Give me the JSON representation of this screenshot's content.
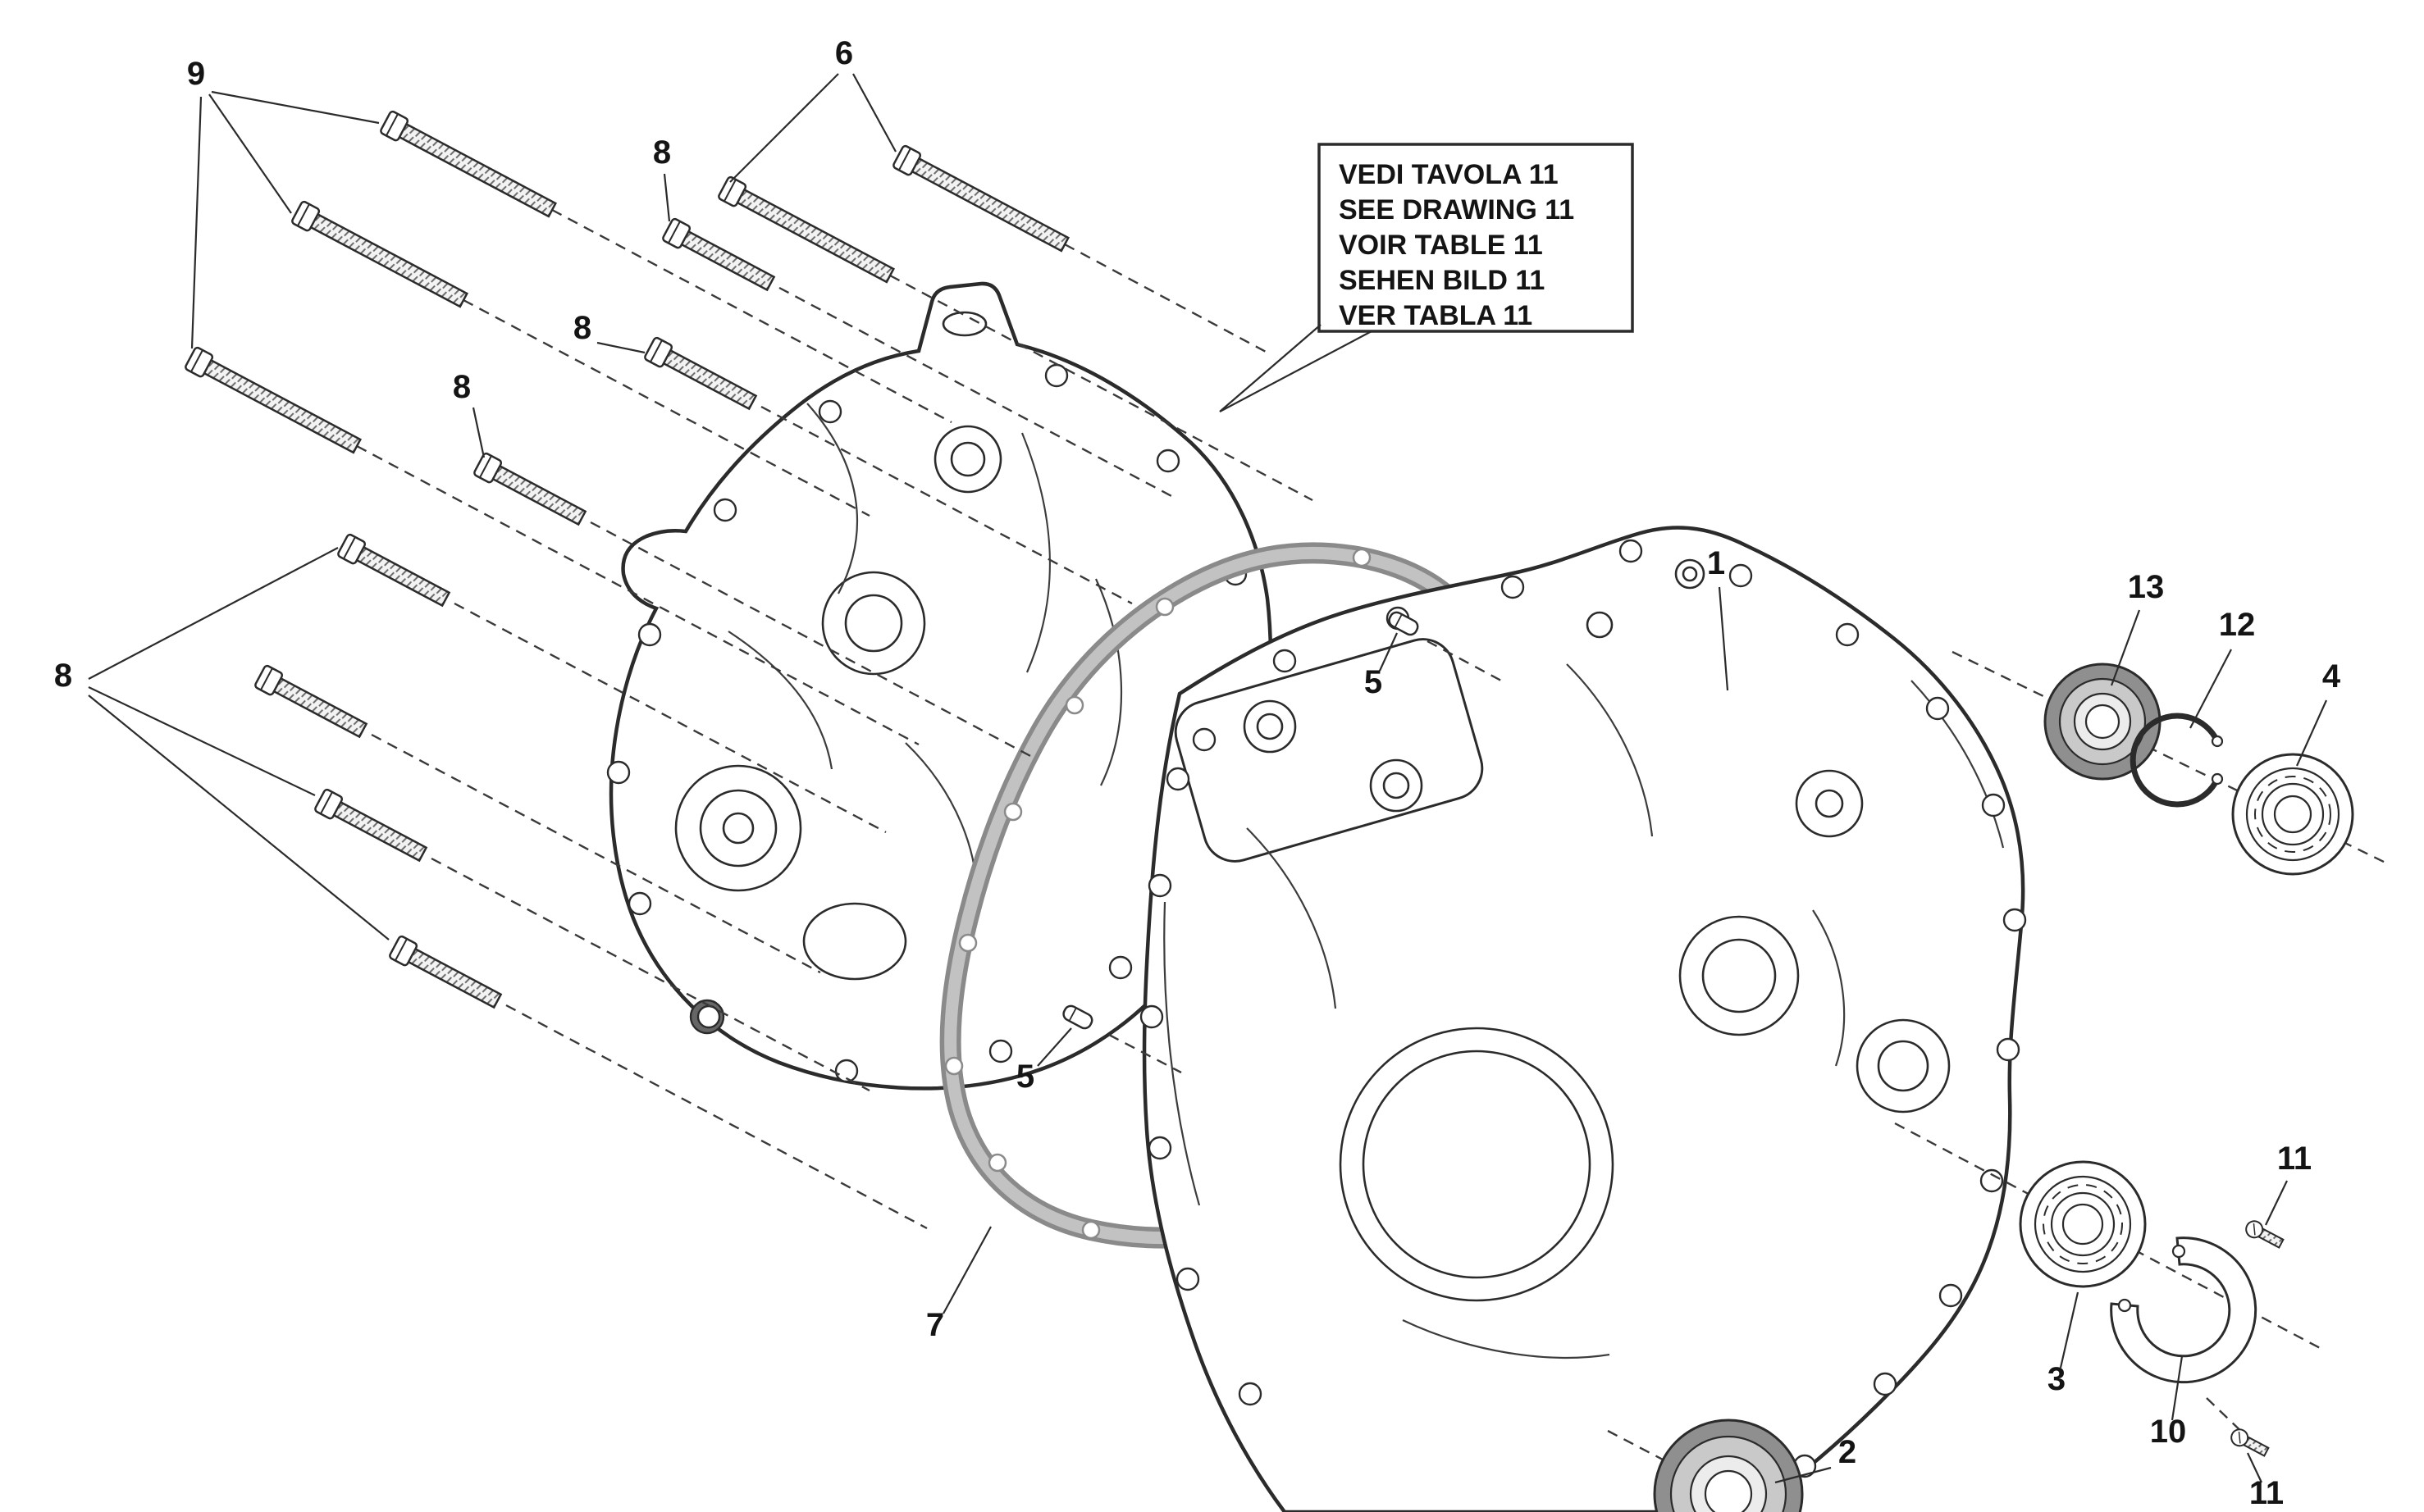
{
  "note": {
    "lines": [
      "VEDI TAVOLA 11",
      "SEE DRAWING 11",
      "VOIR TABLE 11",
      "SEHEN BILD 11",
      "VER TABLA 11"
    ]
  },
  "callouts": [
    {
      "label": "9"
    },
    {
      "label": "6"
    },
    {
      "label": "8"
    },
    {
      "label": "8"
    },
    {
      "label": "8"
    },
    {
      "label": "8"
    },
    {
      "label": "5"
    },
    {
      "label": "5"
    },
    {
      "label": "7"
    },
    {
      "label": "1"
    },
    {
      "label": "13"
    },
    {
      "label": "12"
    },
    {
      "label": "4"
    },
    {
      "label": "11"
    },
    {
      "label": "3"
    },
    {
      "label": "10"
    },
    {
      "label": "11"
    },
    {
      "label": "2"
    }
  ],
  "colors": {
    "line": "#2b2b2b",
    "gasket": "#b3b3b3",
    "shaded_part": "#8f8f8f",
    "background": "#ffffff"
  }
}
